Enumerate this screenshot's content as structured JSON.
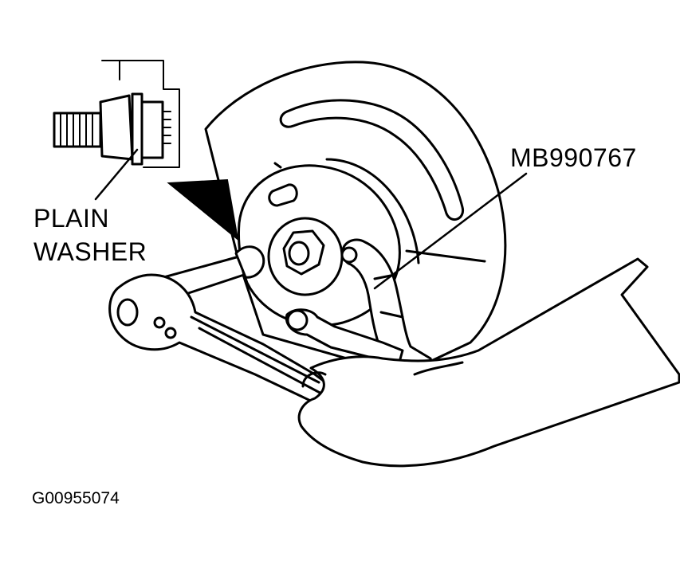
{
  "labels": {
    "washer_line1": "PLAIN",
    "washer_line2": "WASHER",
    "tool_code": "MB990767",
    "figure_code": "G00955074"
  },
  "colors": {
    "ink": "#000000",
    "paper": "#ffffff"
  }
}
